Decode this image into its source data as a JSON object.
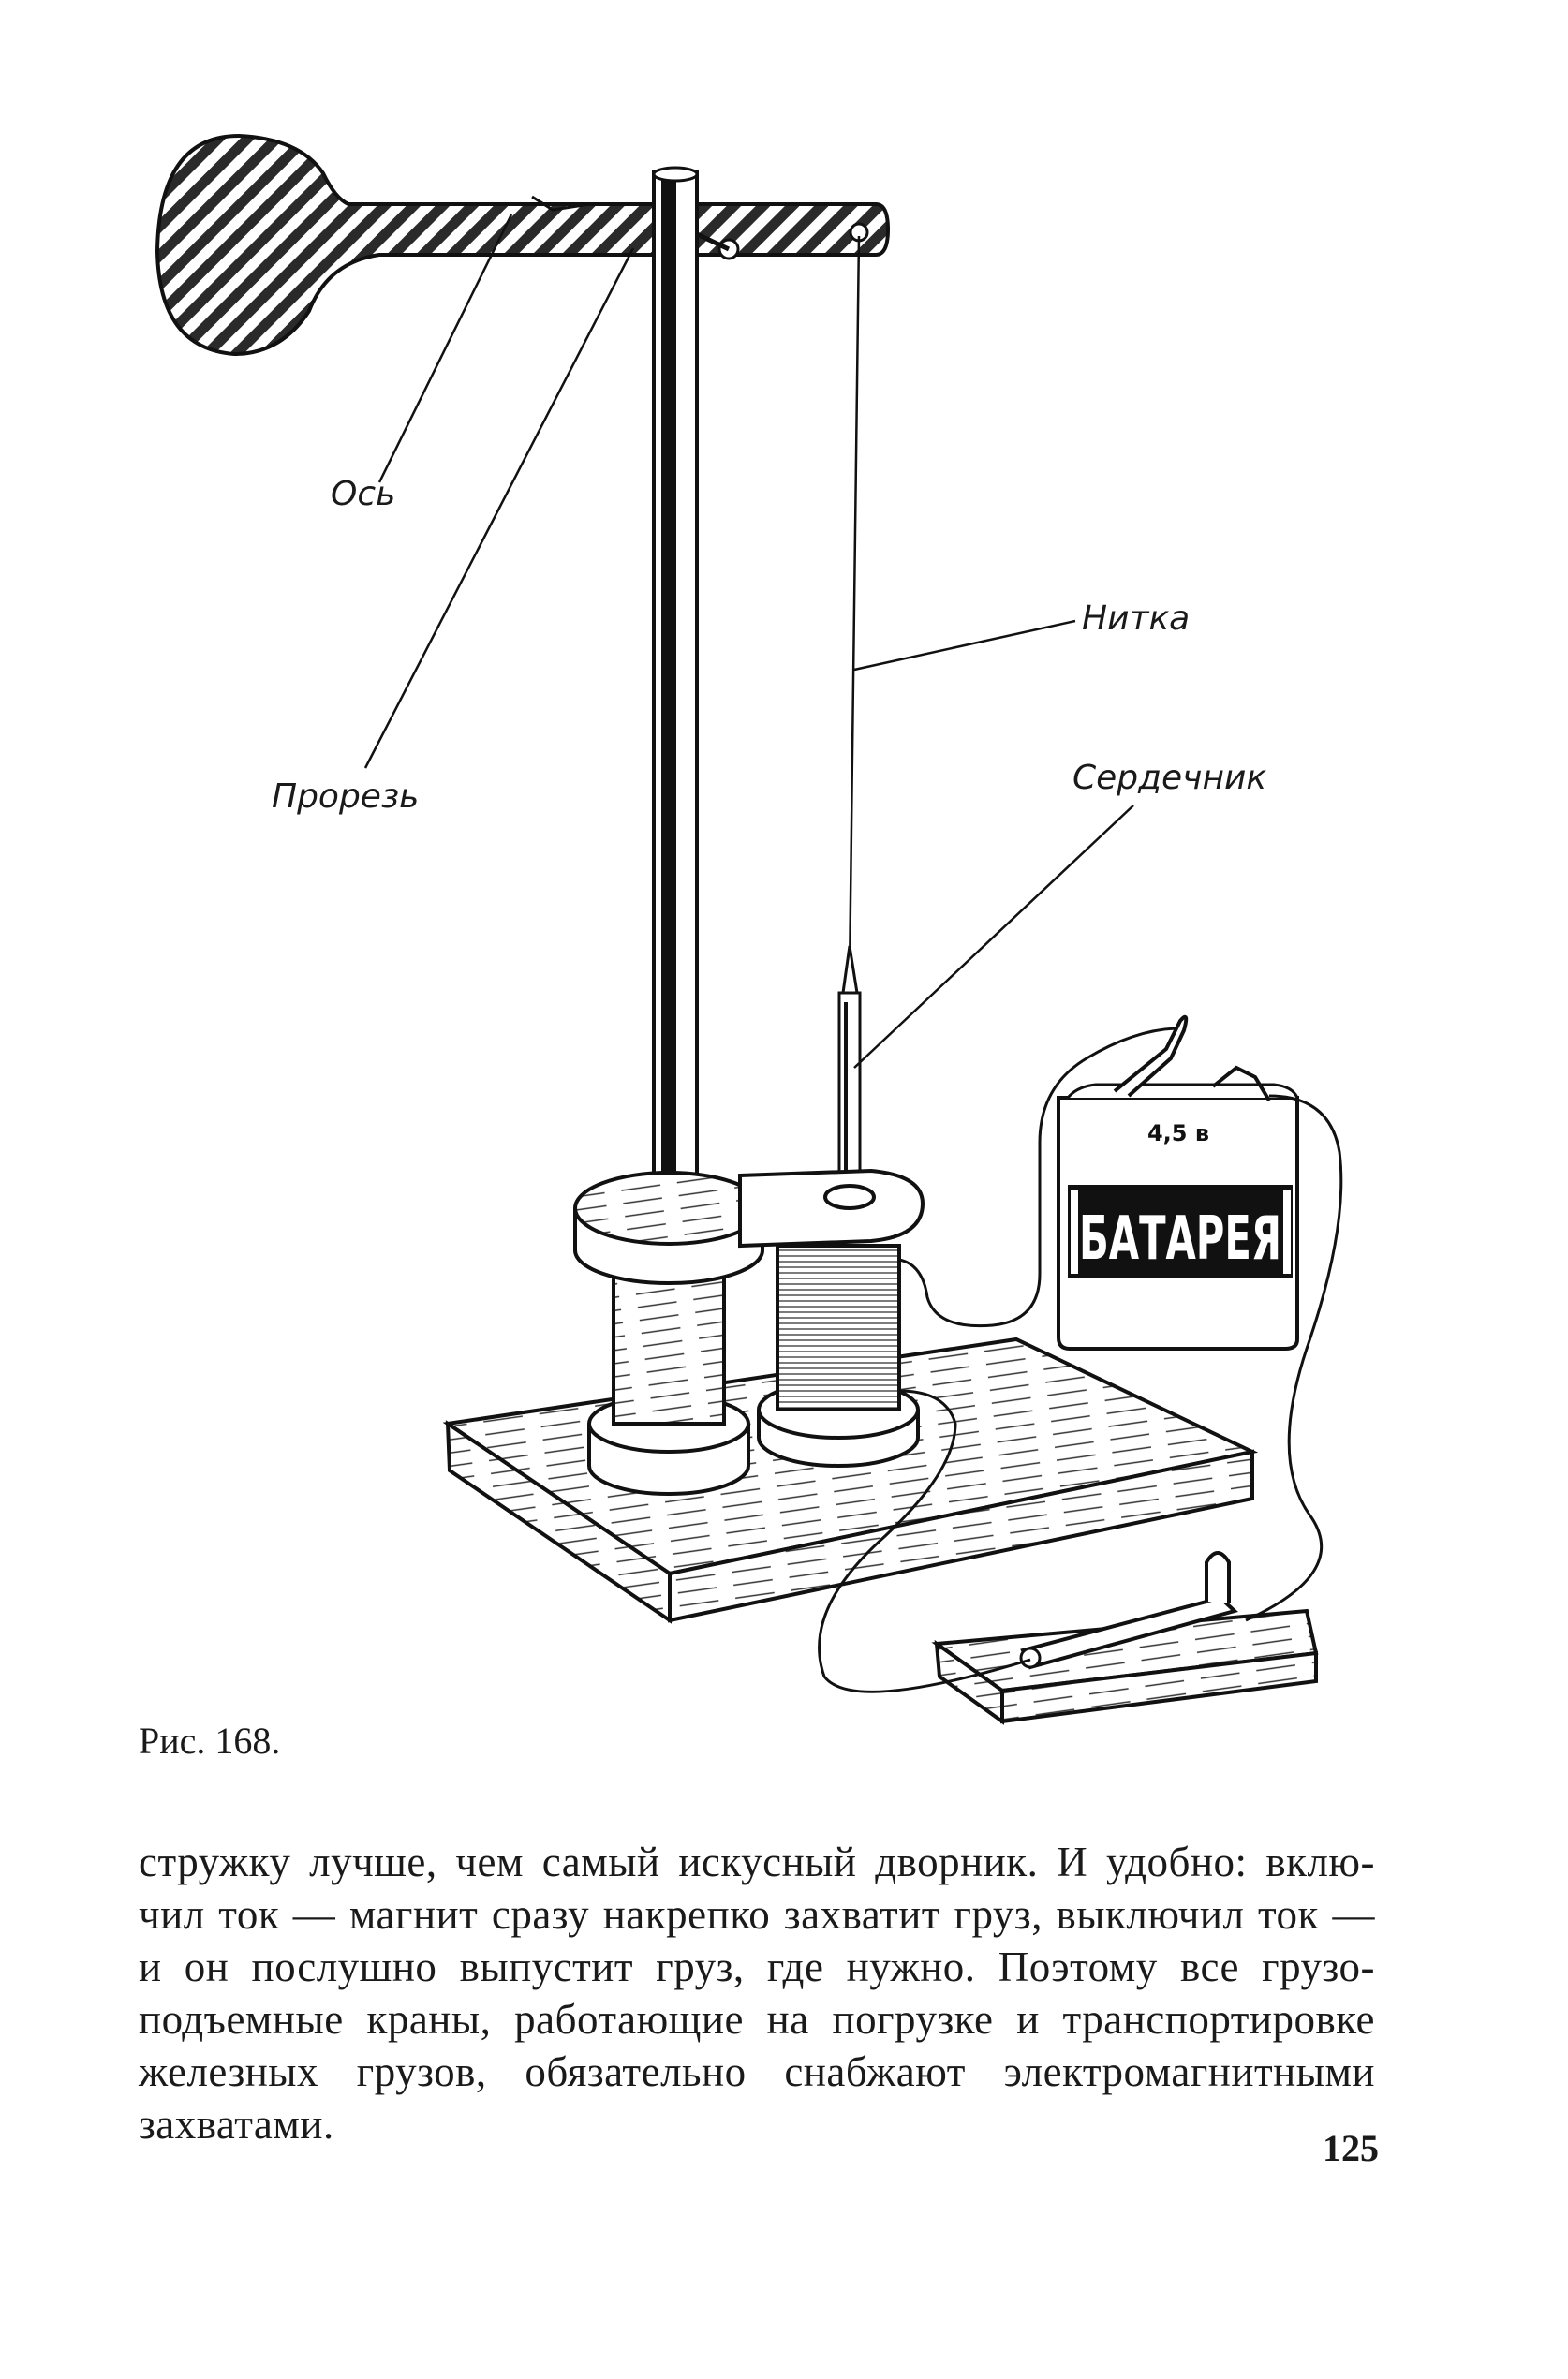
{
  "figure": {
    "labels": {
      "axis": "Ось",
      "slot": "Прорезь",
      "thread": "Нитка",
      "core": "Сердечник"
    },
    "battery": {
      "voltage": "4,5 в",
      "name": "БАТАРЕЯ"
    },
    "caption": "Рис. 168."
  },
  "text": {
    "lines": [
      "стружку лучше, чем самый искусный дворник. И удобно: вклю-",
      "чил ток — магнит сразу накрепко захватит груз, выключил ток —",
      "и он послушно выпустит груз, где нужно. Поэтому все грузо-",
      "подъемные краны, работающие на погрузке и транспортировке",
      "железных грузов, обязательно снабжают электромагнитными",
      "захватами."
    ]
  },
  "page_number": "125"
}
